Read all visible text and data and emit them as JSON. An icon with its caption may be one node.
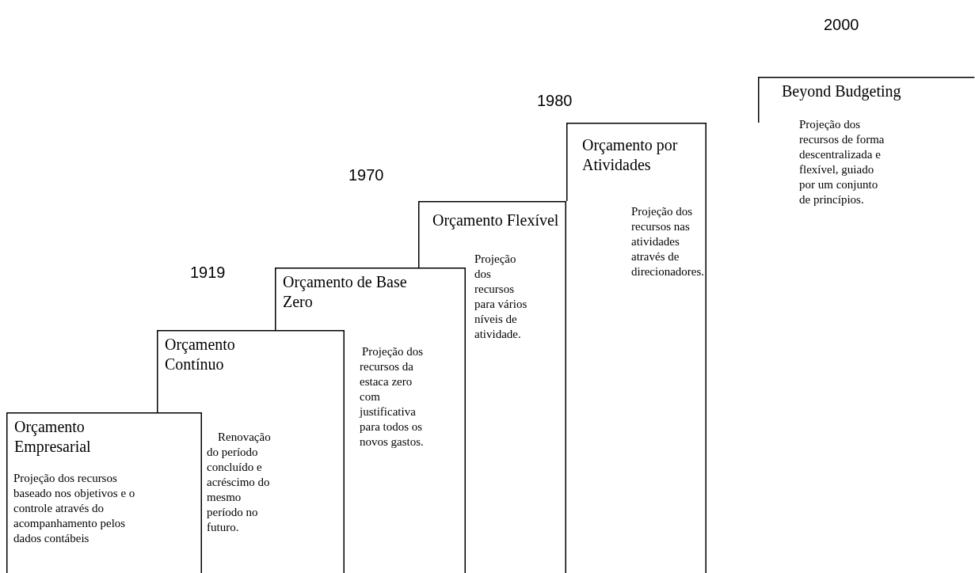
{
  "diagram": {
    "nodes": [
      {
        "text": [
          "Orçamento Empresarial",
          "Projeção dos recursos baseado nos objetivos e o controle através do acompanhamento pelos dados contábeis"
        ]
      },
      {
        "text": [
          "Orçamento Contínuo",
          "Renovação do período concluído e acréscimo do mesmo período no futuro."
        ]
      },
      {
        "text": [
          "Orçamento de Base Zero",
          "Projeção dos recursos da estaca zero com justificativa para todos os novos gastos."
        ]
      },
      {
        "text": [
          "Orçamento Flexível",
          "Projeção dos recursos para vários níveis de atividade."
        ]
      },
      {
        "text": [
          "Orçamento por Atividades",
          "Projeção dos recursos nas atividades através de direcionadores."
        ]
      },
      {
        "text": [
          "Beyond Budgeting",
          "Projeção dos recursos de forma descentralizada e flexível, guiado por um conjunto de princípios."
        ]
      }
    ],
    "labels": [
      "2000",
      "1980",
      "1970",
      "1919"
    ]
  }
}
